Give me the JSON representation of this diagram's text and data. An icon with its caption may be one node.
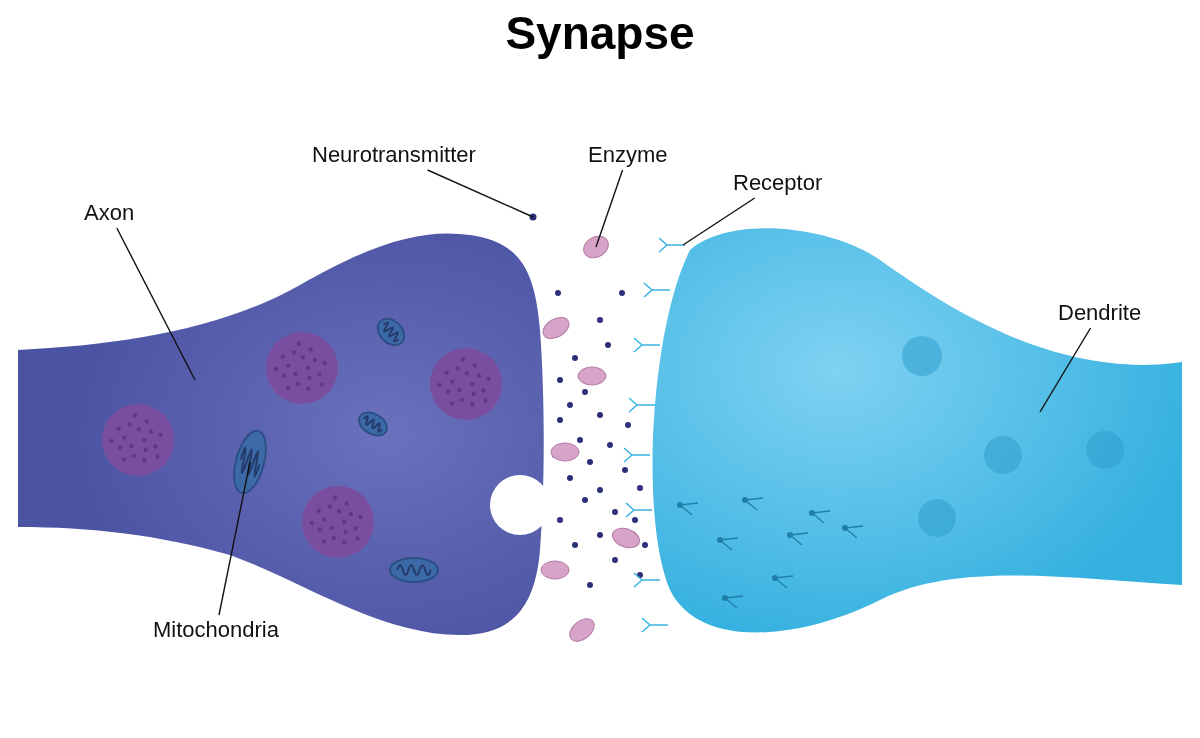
{
  "diagram": {
    "title": "Synapse",
    "nodes": [
      {
        "text": [
          "Neurotransmitter"
        ]
      },
      {
        "text": [
          "Enzyme"
        ]
      },
      {
        "text": [
          "Receptor"
        ]
      },
      {
        "text": [
          "Axon"
        ]
      },
      {
        "text": [
          "Dendrite"
        ]
      },
      {
        "text": [
          "Mitochondria"
        ]
      },
      {
        "text": [],
        "shape": "picture"
      },
      {
        "text": [],
        "shape": "circle"
      },
      {
        "text": [],
        "shape": "circle"
      },
      {
        "text": [],
        "shape": "picture"
      },
      {
        "text": [],
        "shape": "picture"
      },
      {
        "text": [],
        "shape": "picture",
        "in": 6
      }
    ],
    "edges": [
      {
        "from": 0,
        "to": 7,
        "arrow": "none"
      },
      {
        "from": 1,
        "to": 8,
        "arrow": "none"
      },
      {
        "from": 2,
        "to": 9,
        "arrow": "none"
      },
      {
        "from": 3,
        "to": 6,
        "arrow": "none"
      },
      {
        "from": 4,
        "to": 10,
        "arrow": "none"
      },
      {
        "from": 5,
        "to": 11,
        "arrow": "none"
      }
    ]
  }
}
